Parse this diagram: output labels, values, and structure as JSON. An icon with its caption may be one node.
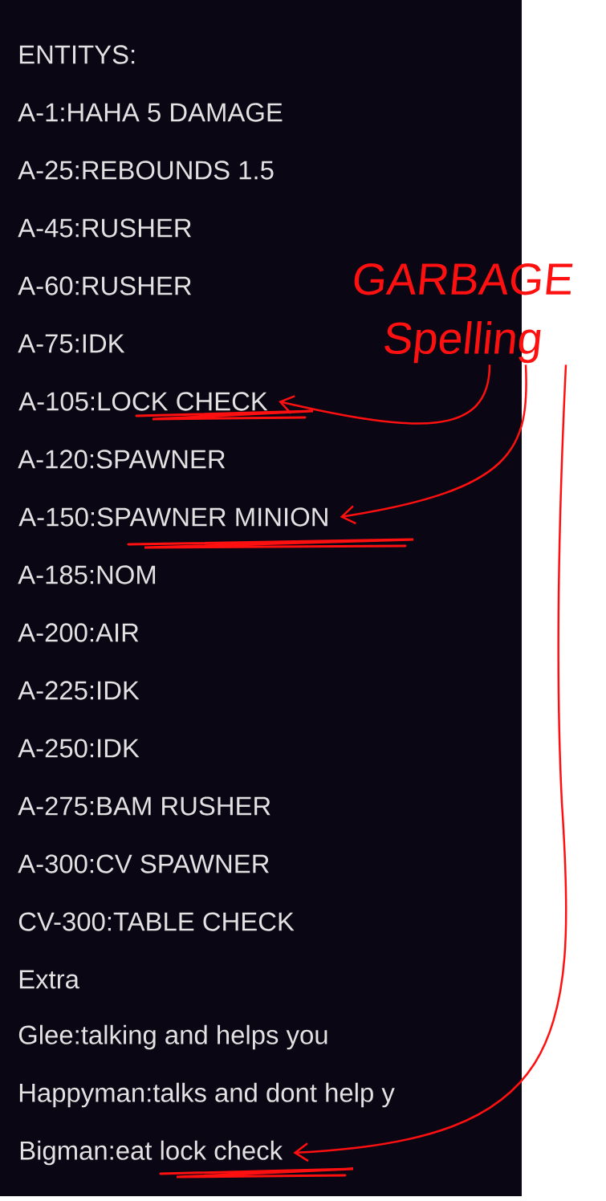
{
  "diagram": {
    "nodes": [
      {
        "text": [
          "GARBAGE Spelling"
        ]
      },
      {
        "text": [
          "A-105:LOCK CHECK"
        ]
      },
      {
        "text": [
          "A-150:SPAWNER MINION"
        ]
      },
      {
        "text": [
          "Bigman:eat lock check"
        ]
      }
    ],
    "edges": [
      {
        "from": 0,
        "to": 1,
        "arrow": "to"
      },
      {
        "from": 0,
        "to": 2,
        "arrow": "to"
      },
      {
        "from": 0,
        "to": 3,
        "arrow": "to"
      }
    ],
    "labels": [
      "ENTITYS:",
      "A-1:HAHA 5 DAMAGE",
      "A-25:REBOUNDS 1.5",
      "A-45:RUSHER",
      "A-60:RUSHER",
      "A-75:IDK",
      "A-120:SPAWNER",
      "A-185:NOM",
      "A-200:AIR",
      "A-225:IDK",
      "A-250:IDK",
      "A-275:BAM RUSHER",
      "A-300:CV SPAWNER",
      "CV-300:TABLE CHECK",
      "Extra",
      "Glee:talking and helps you",
      "Happyman:talks and dont help y"
    ]
  }
}
